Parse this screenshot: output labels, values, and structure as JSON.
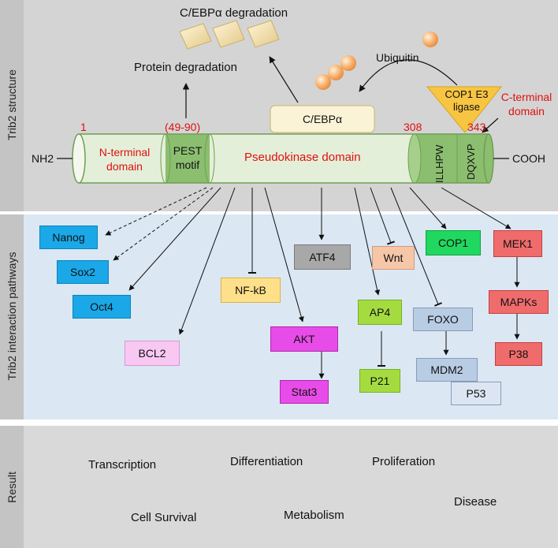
{
  "sections": {
    "structure_label": "Trib2 structure",
    "pathways_label": "Trib2 interaction pathways",
    "result_label": "Result"
  },
  "top": {
    "cebpa_degradation": "C/EBPα degradation",
    "protein_degradation": "Protein degradation",
    "ubiquitin": "Ubiquitin",
    "cebpa_box": "C/EBPα",
    "cop1_box": "COP1 E3 ligase"
  },
  "protein": {
    "nh2": "NH2",
    "cooh": "COOH",
    "pos_1": "1",
    "pos_49_90": "(49-90)",
    "pos_308": "308",
    "pos_343": "343",
    "n_terminal": "N-terminal domain",
    "pest": "PEST motif",
    "pseudokinase": "Pseudokinase domain",
    "illhpw": "ILLHPW",
    "dqxvp": "DQXVP",
    "c_terminal": "C-terminal domain"
  },
  "pathways": {
    "nanog": "Nanog",
    "sox2": "Sox2",
    "oct4": "Oct4",
    "bcl2": "BCL2",
    "nfkb": "NF-kB",
    "akt": "AKT",
    "stat3": "Stat3",
    "atf4": "ATF4",
    "wnt": "Wnt",
    "ap4": "AP4",
    "p21": "P21",
    "foxo": "FOXO",
    "mdm2": "MDM2",
    "p53": "P53",
    "cop1": "COP1",
    "mek1": "MEK1",
    "mapks": "MAPKs",
    "p38": "P38"
  },
  "results": {
    "transcription": "Transcription",
    "differentiation": "Differentiation",
    "proliferation": "Proliferation",
    "disease": "Disease",
    "cell_survival": "Cell Survival",
    "metabolism": "Metabolism"
  },
  "colors": {
    "band_top": "#d4d4d4",
    "band_mid": "#dbe7f3",
    "band_bottom": "#d9d9d9",
    "cyan": "#1aa8e8",
    "pink": "#f8c8f2",
    "yellow": "#ffe08a",
    "magenta": "#e84ce8",
    "grey": "#a8a8a8",
    "peach": "#f6c6a8",
    "green": "#a4dc40",
    "lightblue": "#b8cce4",
    "brightgreen": "#20d860",
    "salmon": "#f06c6c",
    "domain_green": "#e4efd9",
    "domain_dark": "#8cbe70",
    "domain_red": "#e01010"
  }
}
